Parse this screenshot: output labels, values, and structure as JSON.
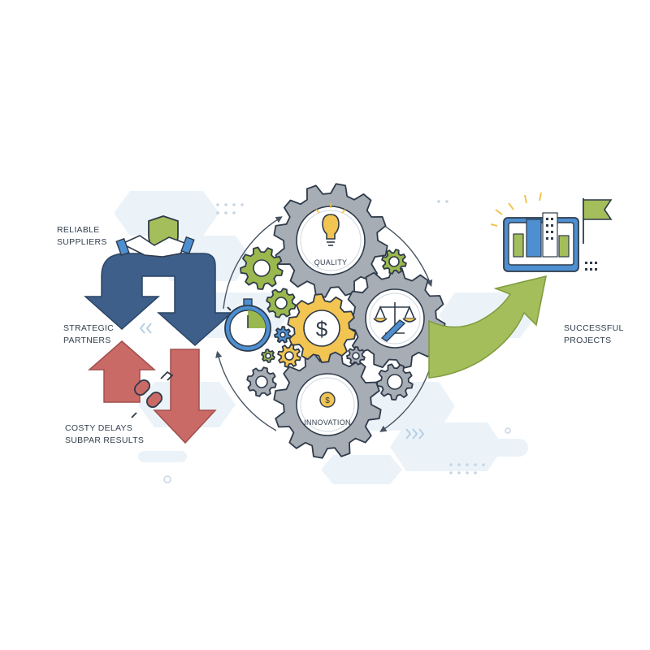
{
  "labels": {
    "reliable_suppliers": [
      "RELIABLE",
      "SUPPLIERS"
    ],
    "strategic_partners": [
      "STRATEGIC",
      "PARTNERS"
    ],
    "costly_delays": [
      "COSTY DELAYS",
      "SUBPAR RESULTS"
    ],
    "successful_projects": [
      "SUCCESSFUL",
      "PROJECTS"
    ]
  },
  "gears": {
    "quality": "QUALITY",
    "innovation": "INNOVATION",
    "center_symbol": "$",
    "innovation_symbol": "$"
  },
  "icons": [
    "handshake-shield-icon",
    "broken-chain-icon",
    "stopwatch-icon",
    "lightbulb-icon",
    "scales-icon",
    "wrench-icon",
    "dollar-icon",
    "building-icon",
    "flag-icon"
  ],
  "colors": {
    "navy_arrow": "#3d5f8a",
    "red_arrow": "#c96a67",
    "green_arrow": "#a3be5b",
    "gear_gray": "#a7adb5",
    "gear_yellow": "#f2c451",
    "gear_green": "#9bb84f",
    "accent_blue": "#4d8fd1",
    "outline": "#2f3b4a"
  }
}
